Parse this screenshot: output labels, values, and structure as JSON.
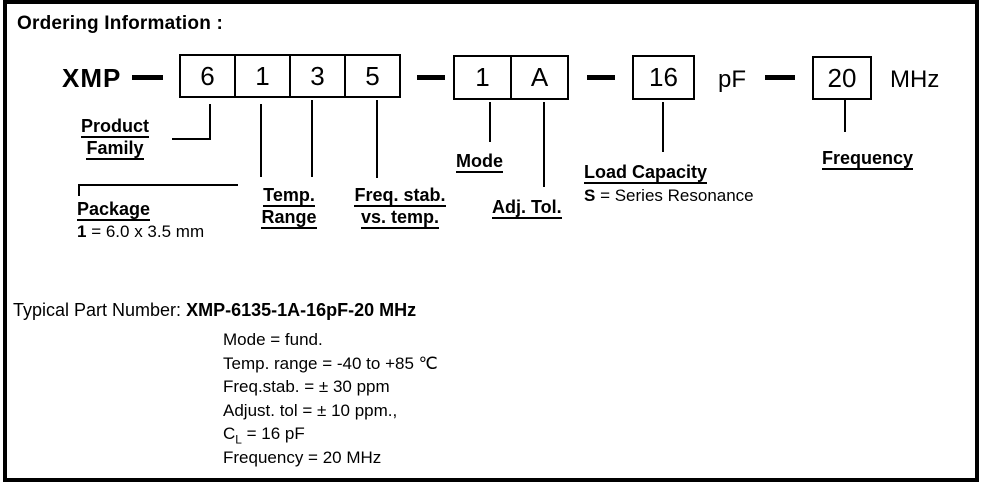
{
  "title": "Ordering Information :",
  "part_scheme": {
    "prefix": "XMP",
    "group1_digits": [
      "6",
      "1",
      "3",
      "5"
    ],
    "group2_chars": [
      "1",
      "A"
    ],
    "load_capacity_value": "16",
    "load_capacity_unit": "pF",
    "frequency_value": "20",
    "frequency_unit": "MHz"
  },
  "labels": {
    "product_family_line1": "Product",
    "product_family_line2": "Family",
    "package_title": "Package",
    "package_code": "1",
    "package_desc": " = 6.0 x 3.5 mm",
    "temp_range_line1": "Temp.",
    "temp_range_line2": "Range",
    "freq_stab_line1": "Freq. stab.",
    "freq_stab_line2": "vs. temp.",
    "mode": "Mode",
    "adj_tol": "Adj. Tol.",
    "load_capacity_title": "Load Capacity",
    "load_capacity_code": "S",
    "load_capacity_desc": " = Series Resonance",
    "frequency": "Frequency"
  },
  "typical": {
    "label": "Typical Part Number: ",
    "part_number": "XMP-6135-1A-16pF-20 MHz",
    "detail_mode": "Mode = fund.",
    "detail_temp": "Temp. range = -40 to +85 ℃",
    "detail_freq_stab": "Freq.stab. = ± 30 ppm",
    "detail_adj_tol": "Adjust. tol = ± 10 ppm.,",
    "detail_cl_base": "C",
    "detail_cl_sub": "L",
    "detail_cl_rest": " = 16 pF",
    "detail_frequency": "Frequency = 20 MHz"
  },
  "colors": {
    "ink": "#000000",
    "background": "#ffffff"
  }
}
